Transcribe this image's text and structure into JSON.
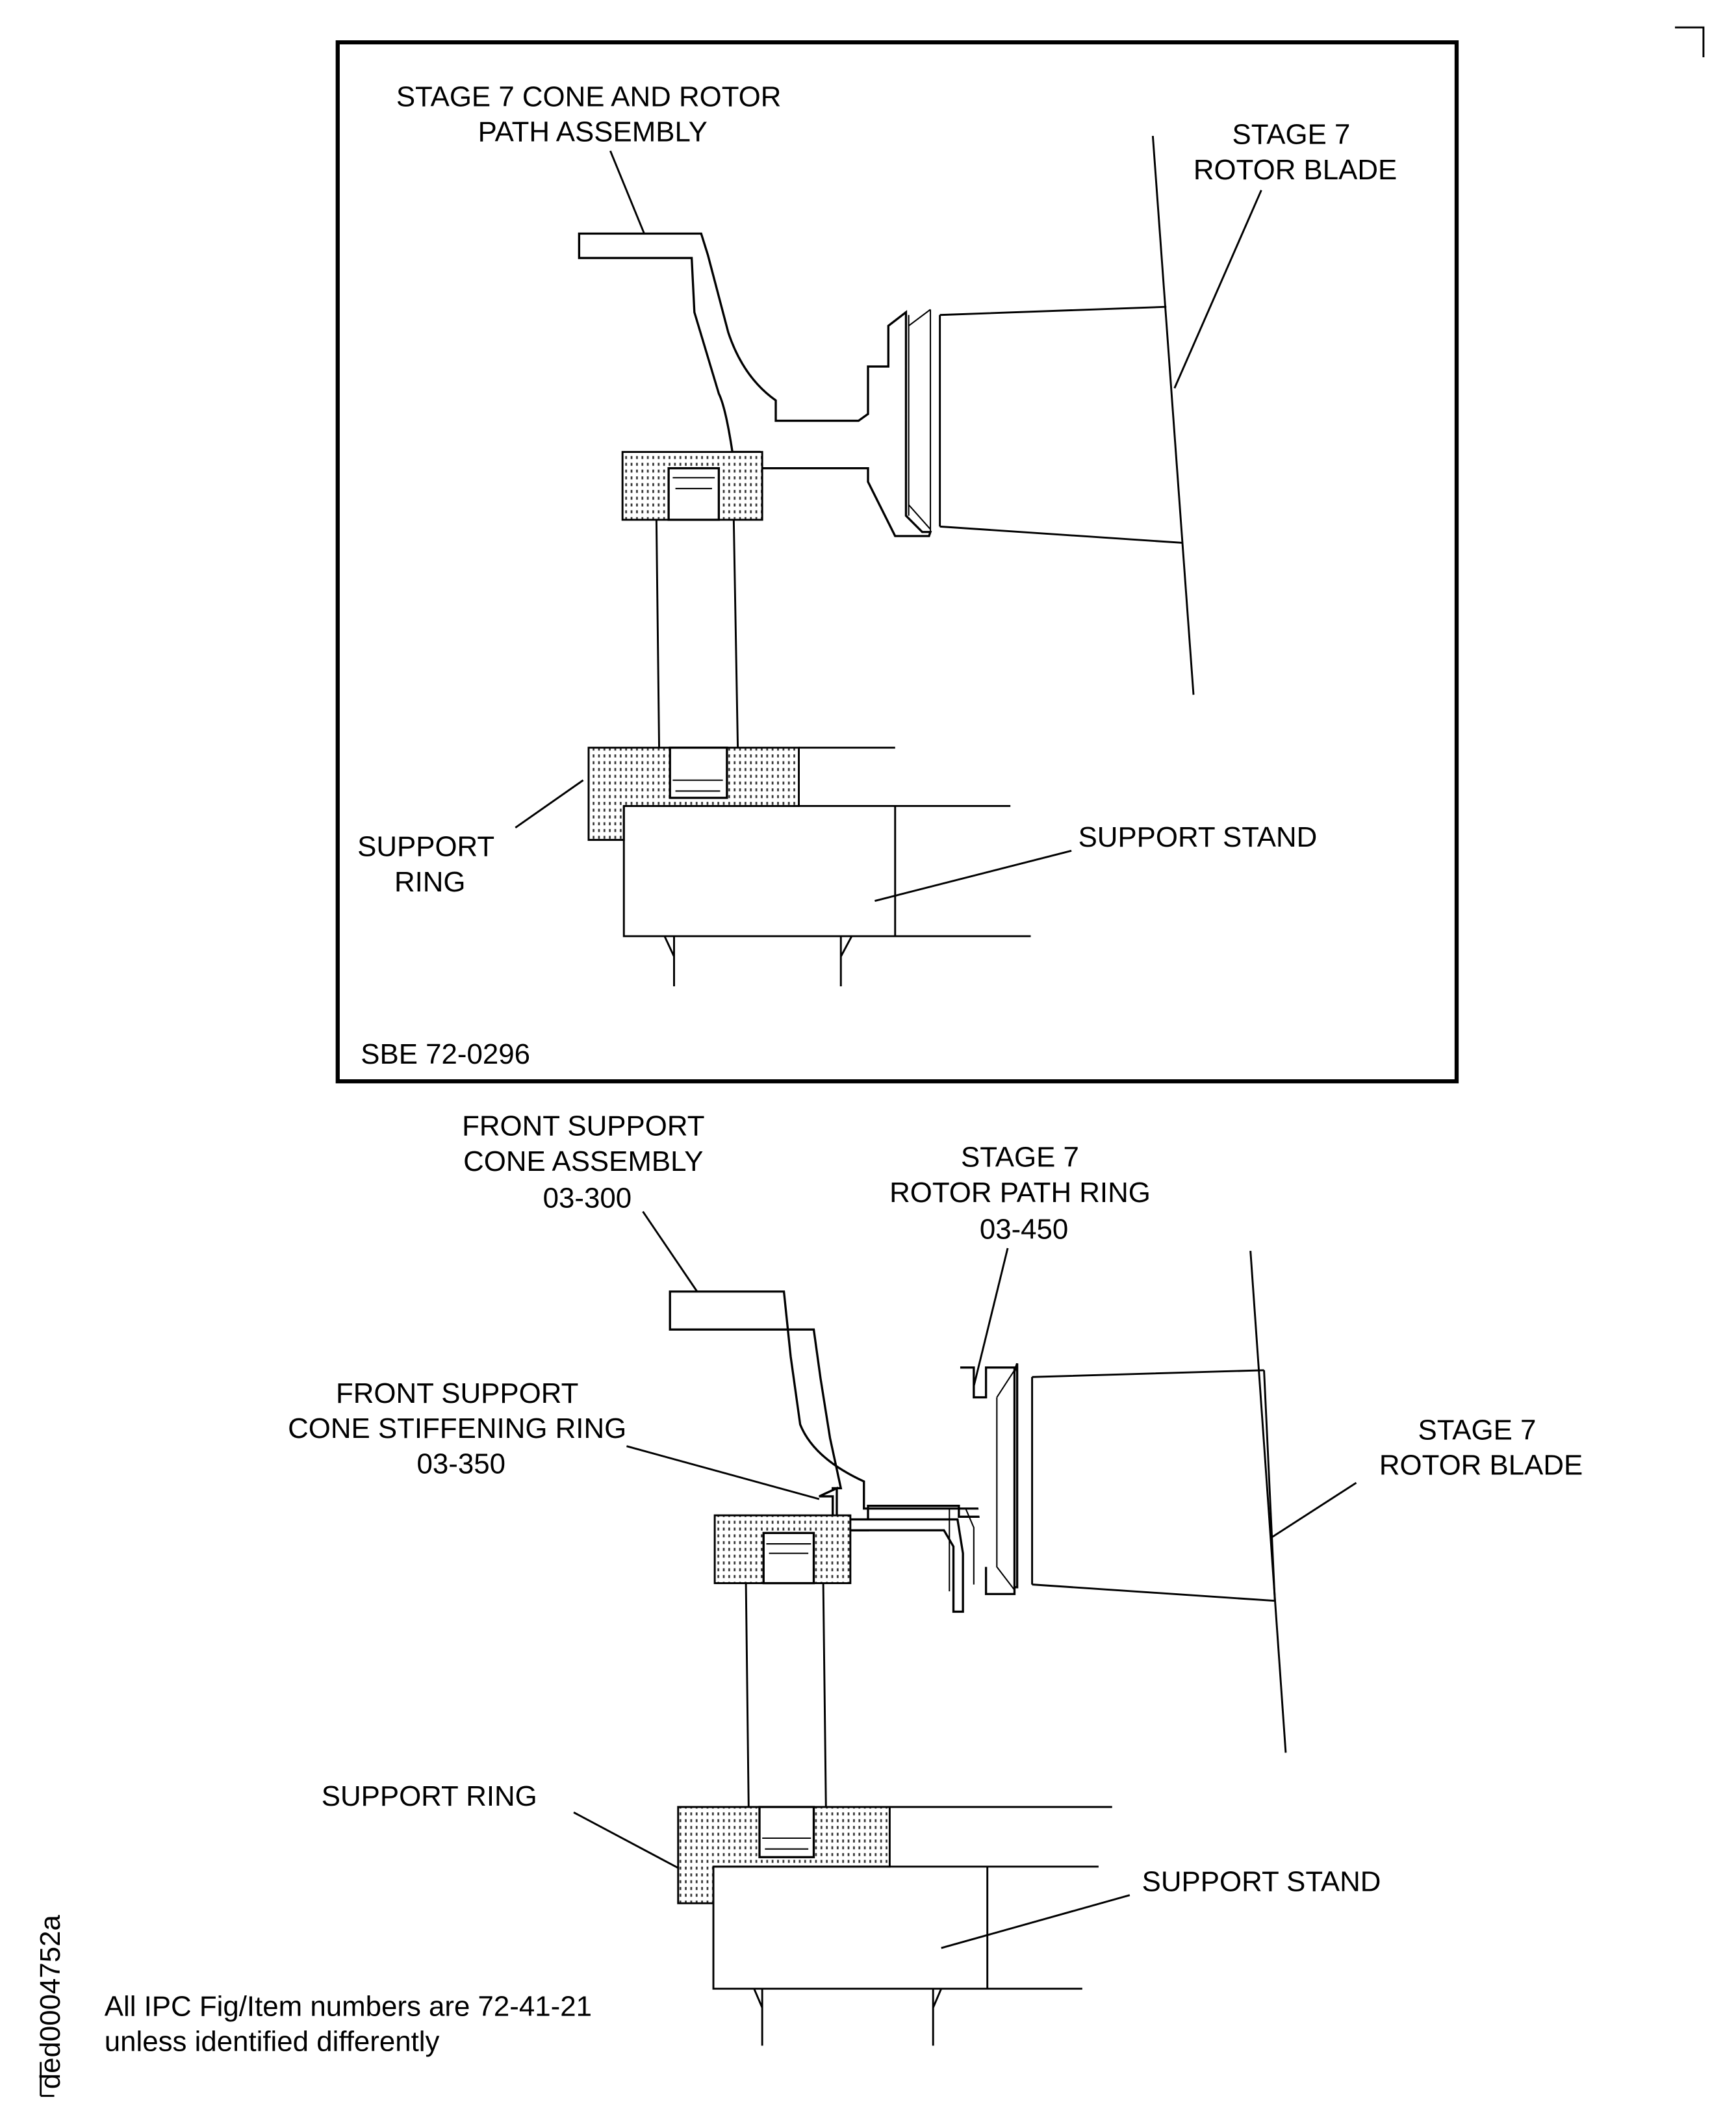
{
  "figure": {
    "before": {
      "labels": {
        "cone_assembly": [
          "STAGE 7 CONE AND ROTOR",
          "PATH ASSEMBLY"
        ],
        "rotor_blade": [
          "STAGE 7",
          "ROTOR BLADE"
        ],
        "support_ring": [
          "SUPPORT",
          "RING"
        ],
        "support_stand": [
          "SUPPORT STAND"
        ]
      },
      "reference": "SBE 72-0296"
    },
    "after": {
      "labels": {
        "front_support_cone": [
          "FRONT SUPPORT",
          "CONE ASSEMBLY",
          "03-300"
        ],
        "rotor_path_ring": [
          "STAGE 7",
          "ROTOR PATH RING",
          "03-450"
        ],
        "stiffening_ring": [
          "FRONT SUPPORT",
          "CONE STIFFENING RING",
          "03-350"
        ],
        "rotor_blade": [
          "STAGE 7",
          "ROTOR BLADE"
        ],
        "support_ring": [
          "SUPPORT RING"
        ],
        "support_stand": [
          "SUPPORT STAND"
        ]
      }
    },
    "note": [
      "All IPC Fig/Item numbers are 72-41-21",
      "unless identified differently"
    ],
    "drawing_id": "ded0004752a"
  }
}
